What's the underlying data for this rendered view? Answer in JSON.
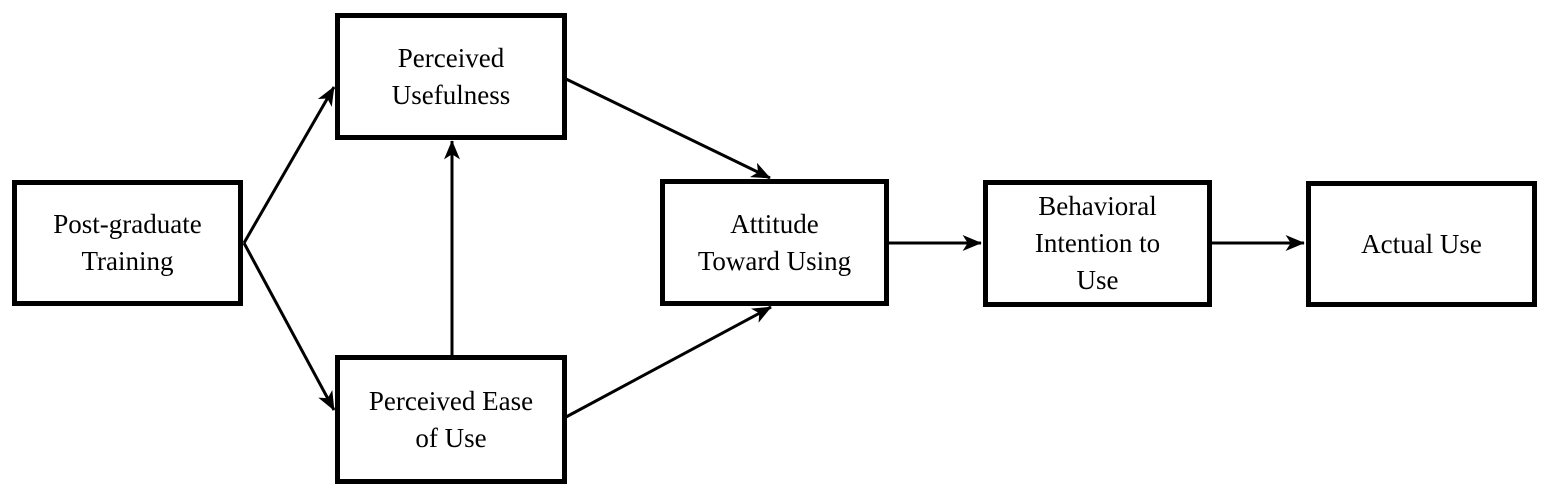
{
  "diagram": {
    "type": "flow-diagram",
    "description": "Technology acceptance flow model with boxed constructs connected by arrows",
    "colors": {
      "background": "#ffffff",
      "box_border": "#000000",
      "arrow": "#000000",
      "text": "#000000"
    },
    "nodes": [
      {
        "id": "post-graduate-training",
        "label": "Post-graduate\nTraining"
      },
      {
        "id": "perceived-usefulness",
        "label": "Perceived\nUsefulness"
      },
      {
        "id": "perceived-ease-of-use",
        "label": "Perceived Ease\nof Use"
      },
      {
        "id": "attitude-toward-using",
        "label": "Attitude\nToward Using"
      },
      {
        "id": "behavioral-intention-to-use",
        "label": "Behavioral\nIntention to\nUse"
      },
      {
        "id": "actual-use",
        "label": "Actual Use"
      }
    ],
    "edges": [
      {
        "from": "post-graduate-training",
        "to": "perceived-usefulness"
      },
      {
        "from": "post-graduate-training",
        "to": "perceived-ease-of-use"
      },
      {
        "from": "perceived-ease-of-use",
        "to": "perceived-usefulness"
      },
      {
        "from": "perceived-usefulness",
        "to": "attitude-toward-using"
      },
      {
        "from": "perceived-ease-of-use",
        "to": "attitude-toward-using"
      },
      {
        "from": "attitude-toward-using",
        "to": "behavioral-intention-to-use"
      },
      {
        "from": "behavioral-intention-to-use",
        "to": "actual-use"
      }
    ]
  }
}
